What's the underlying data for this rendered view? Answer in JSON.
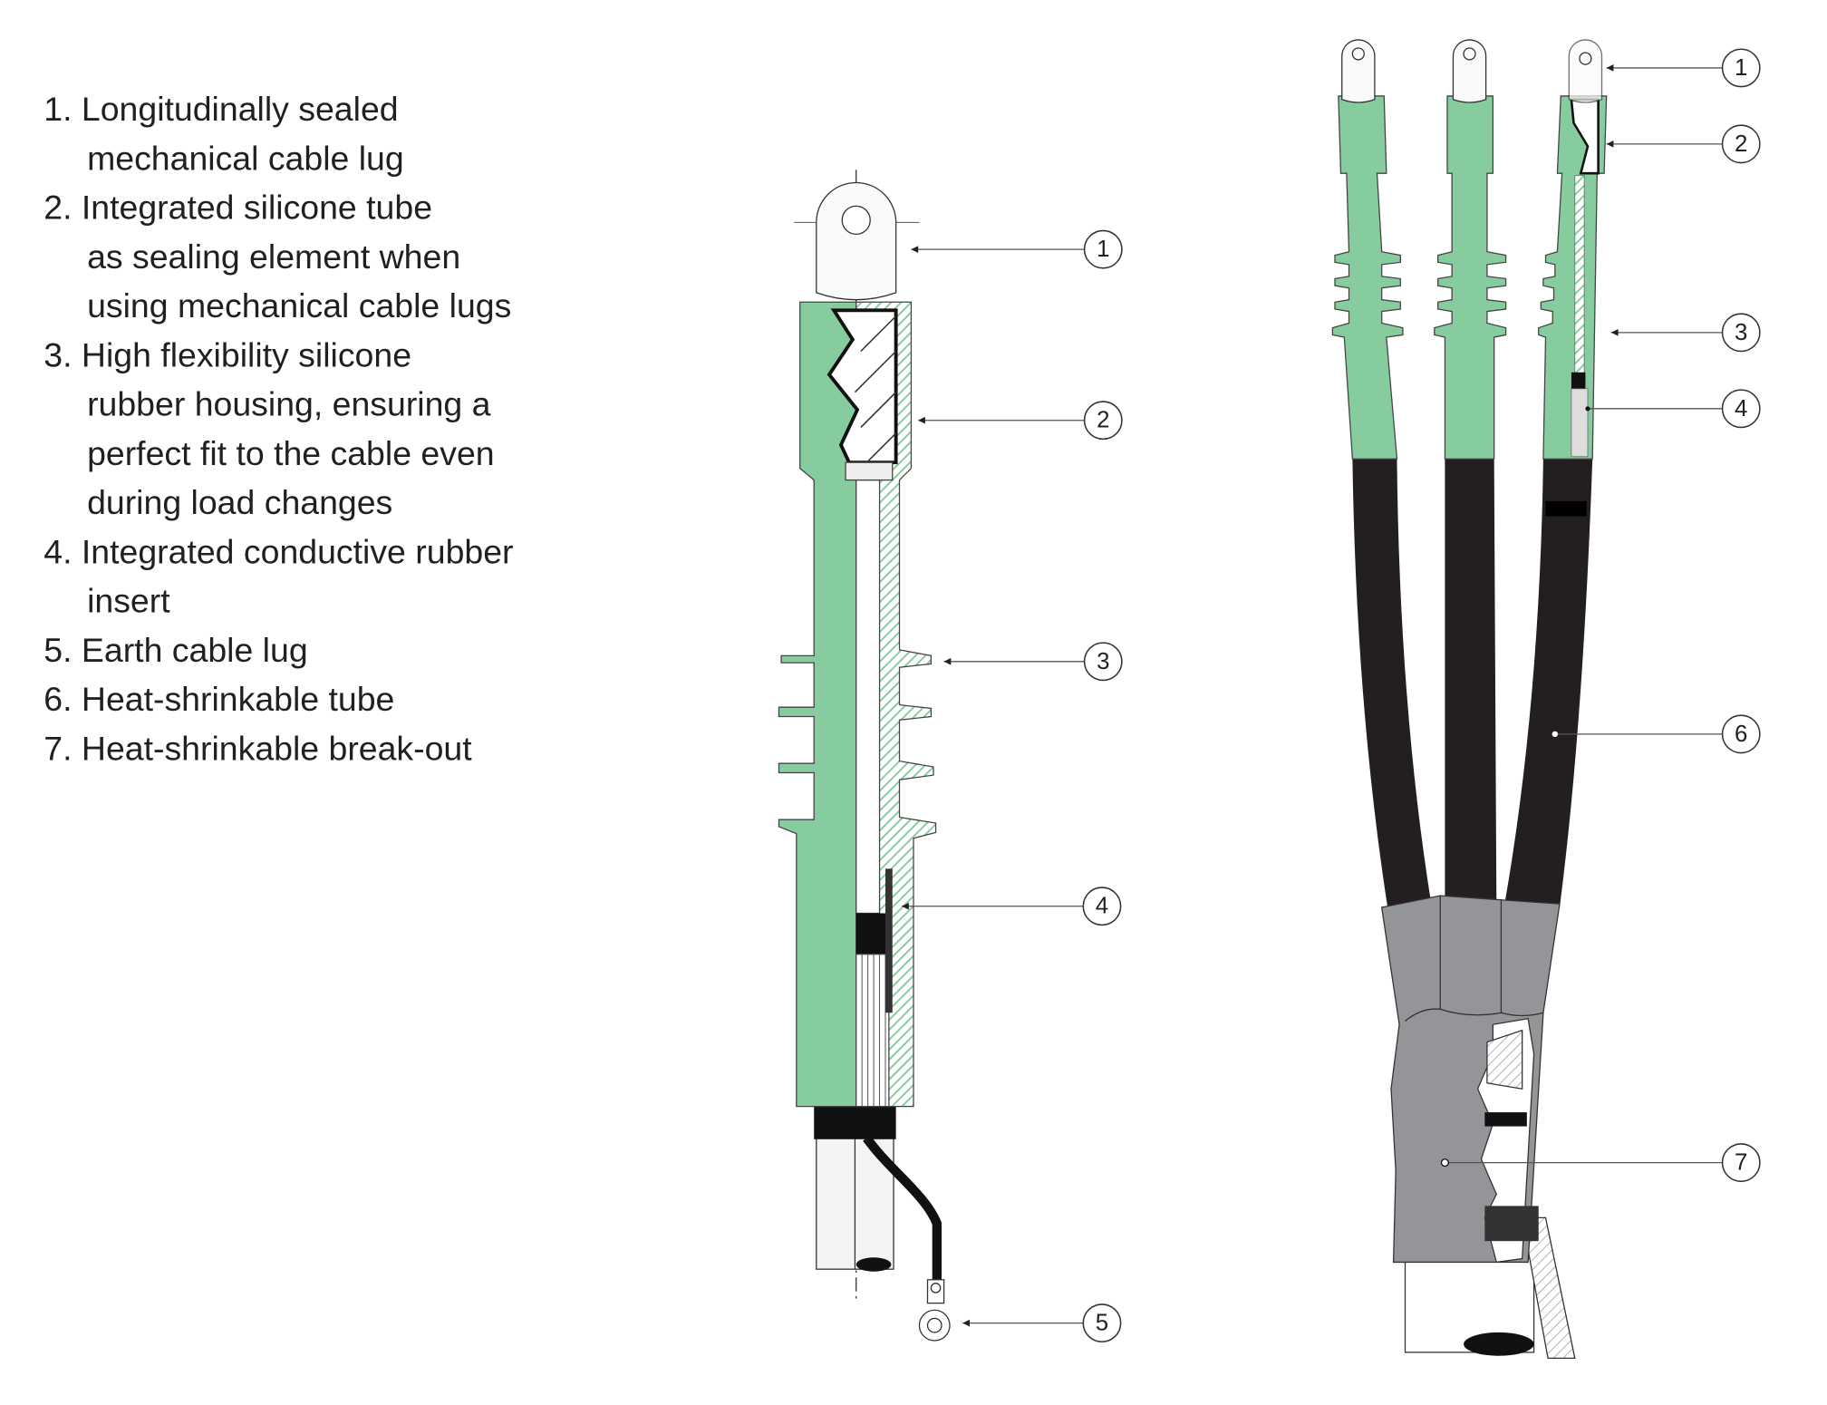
{
  "legend": {
    "items": [
      {
        "lines": [
          "1. Longitudinally sealed",
          "mechanical cable lug"
        ]
      },
      {
        "lines": [
          "2. Integrated silicone tube",
          "as sealing element when",
          "using mechanical cable lugs"
        ]
      },
      {
        "lines": [
          "3. High flexibility silicone",
          "rubber housing, ensuring a",
          "perfect fit to the cable even",
          "during load changes"
        ]
      },
      {
        "lines": [
          "4. Integrated conductive rubber",
          "insert"
        ]
      },
      {
        "lines": [
          "5. Earth cable lug"
        ]
      },
      {
        "lines": [
          "6. Heat-shrinkable tube"
        ]
      },
      {
        "lines": [
          "7. Heat-shrinkable break-out"
        ]
      }
    ]
  },
  "single_core": {
    "callouts": [
      "1",
      "2",
      "3",
      "4",
      "5"
    ]
  },
  "three_core": {
    "callouts": [
      "1",
      "2",
      "3",
      "4",
      "6",
      "7"
    ]
  },
  "colors": {
    "silicone": "#86cc9f",
    "tube": "#231f20",
    "breakout": "#939598"
  }
}
